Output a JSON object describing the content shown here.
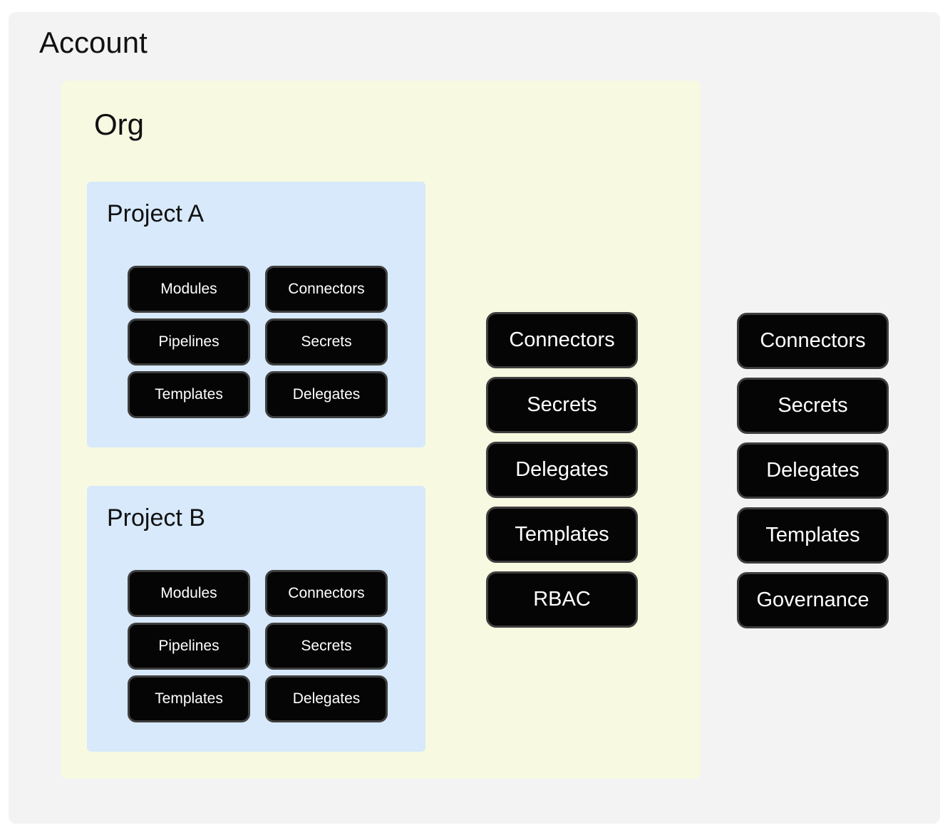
{
  "account": {
    "title": "Account",
    "buttons": [
      "Connectors",
      "Secrets",
      "Delegates",
      "Templates",
      "Governance"
    ],
    "org": {
      "title": "Org",
      "buttons": [
        "Connectors",
        "Secrets",
        "Delegates",
        "Templates",
        "RBAC"
      ],
      "projects": [
        {
          "title": "Project A",
          "buttons": [
            "Modules",
            "Connectors",
            "Pipelines",
            "Secrets",
            "Templates",
            "Delegates"
          ]
        },
        {
          "title": "Project B",
          "buttons": [
            "Modules",
            "Connectors",
            "Pipelines",
            "Secrets",
            "Templates",
            "Delegates"
          ]
        }
      ]
    }
  },
  "colors": {
    "page_bg": "#ffffff",
    "account_bg": "#f3f3f4",
    "org_bg": "#f7f9e1",
    "project_bg": "#d7e9fb",
    "node_bg": "#050505",
    "node_border": "#3e3e3e",
    "node_text": "#ffffff",
    "title_text": "#111111"
  }
}
